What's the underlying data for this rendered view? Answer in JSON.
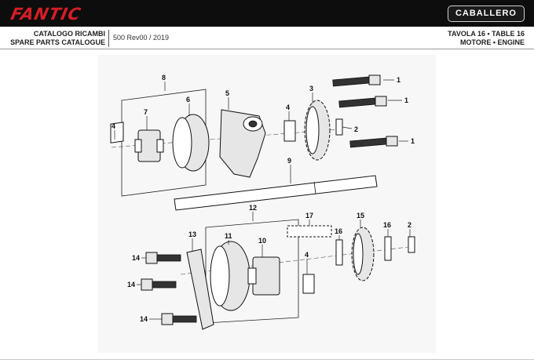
{
  "header": {
    "brand": "FANTIC",
    "model": "CABALLERO",
    "catalogue_it": "CATALOGO RICAMBI",
    "catalogue_en": "SPARE PARTS CATALOGUE",
    "revision": "500 Rev00 / 2019",
    "table_title": "TAVOLA 16 • TABLE 16",
    "section": "MOTORE • ENGINE"
  },
  "callouts": [
    "1",
    "1",
    "1",
    "2",
    "3",
    "4",
    "5",
    "6",
    "7",
    "8",
    "4",
    "9",
    "12",
    "17",
    "15",
    "16",
    "16",
    "2",
    "13",
    "11",
    "10",
    "14",
    "14",
    "14",
    "4"
  ],
  "colors": {
    "brand_red": "#d41e26",
    "bar": "#0d0d0d"
  }
}
